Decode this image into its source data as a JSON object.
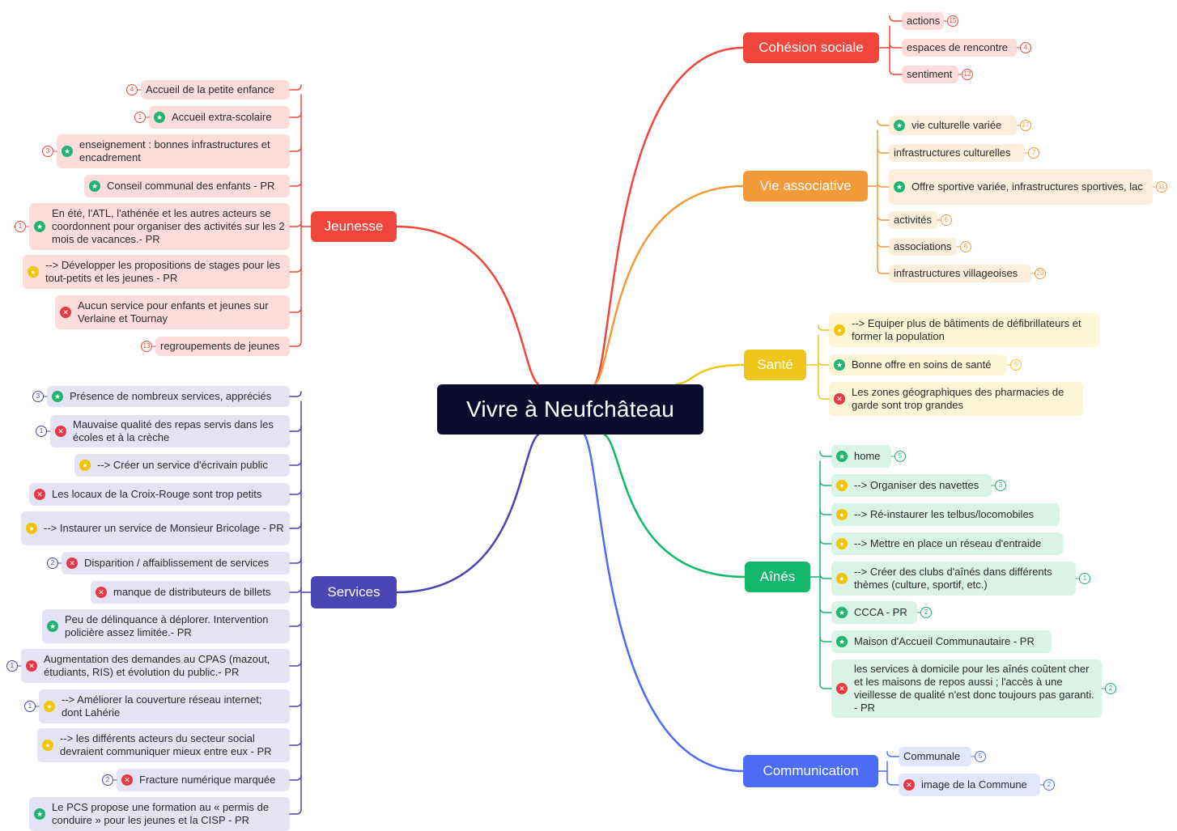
{
  "title": "Vivre à Neufchâteau",
  "colors": {
    "cohesion": "#f0453a",
    "vie": "#f2993a",
    "sante": "#eec61b",
    "aines": "#12b76a",
    "communication": "#4a6cf7",
    "services": "#4a44b5",
    "jeunesse": "#f0453a"
  },
  "branches": {
    "cohesion": {
      "label": "Cohésion sociale",
      "items": [
        {
          "text": "actions",
          "count": "15"
        },
        {
          "text": "espaces de rencontre",
          "count": "4"
        },
        {
          "text": "sentiment",
          "count": "12"
        }
      ]
    },
    "vie": {
      "label": "Vie associative",
      "items": [
        {
          "text": "vie culturelle variée",
          "count": "17",
          "marker": "star"
        },
        {
          "text": "infrastructures culturelles",
          "count": "7"
        },
        {
          "text": "Offre sportive variée, infrastructures sportives, lac",
          "count": "11",
          "marker": "star"
        },
        {
          "text": "activités",
          "count": "6"
        },
        {
          "text": "associations",
          "count": "6"
        },
        {
          "text": "infrastructures villageoises",
          "count": "20"
        }
      ]
    },
    "sante": {
      "label": "Santé",
      "items": [
        {
          "text": "--> Equiper plus de bâtiments de défibrillateurs et former la population",
          "marker": "bulb"
        },
        {
          "text": "Bonne offre en soins de santé",
          "count": "5",
          "marker": "star"
        },
        {
          "text": "Les zones géographiques des pharmacies de garde sont trop grandes",
          "marker": "neg"
        }
      ]
    },
    "aines": {
      "label": "Aînés",
      "items": [
        {
          "text": "home",
          "count": "5",
          "marker": "star"
        },
        {
          "text": "--> Organiser des navettes",
          "count": "3",
          "marker": "bulb"
        },
        {
          "text": "--> Ré-instaurer les telbus/locomobiles",
          "marker": "bulb"
        },
        {
          "text": "--> Mettre en place un réseau d'entraide",
          "marker": "bulb"
        },
        {
          "text": "--> Créer des clubs d'aînés dans différents thèmes (culture, sportif, etc.)",
          "count": "1",
          "marker": "bulb"
        },
        {
          "text": "CCCA - PR",
          "count": "2",
          "marker": "star"
        },
        {
          "text": "Maison d'Accueil Communautaire - PR",
          "marker": "star"
        },
        {
          "text": "les services à domicile pour les aînés coûtent cher et les maisons de repos aussi ; l'accès à une vieillesse de qualité n'est donc toujours pas garanti. - PR",
          "count": "2",
          "marker": "neg"
        }
      ]
    },
    "communication": {
      "label": "Communication",
      "items": [
        {
          "text": "Communale",
          "count": "5"
        },
        {
          "text": "image de la Commune",
          "count": "2",
          "marker": "neg"
        }
      ]
    },
    "jeunesse": {
      "label": "Jeunesse",
      "items": [
        {
          "text": "Accueil de la petite enfance",
          "count": "4"
        },
        {
          "text": "Accueil extra-scolaire",
          "count": "1",
          "marker": "star"
        },
        {
          "text": "enseignement : bonnes infrastructures et encadrement",
          "count": "3",
          "marker": "star"
        },
        {
          "text": "Conseil communal des enfants - PR",
          "marker": "star"
        },
        {
          "text": "En été, l'ATL, l'athénée et les autres acteurs se coordonnent pour organiser des activités sur les 2 mois de vacances.- PR",
          "count": "1",
          "marker": "star"
        },
        {
          "text": "--> Développer les propositions de stages pour les tout-petits et les jeunes - PR",
          "marker": "bulb"
        },
        {
          "text": "Aucun service pour enfants et jeunes sur Verlaine et Tournay",
          "marker": "neg"
        },
        {
          "text": "regroupements de jeunes",
          "count": "13"
        }
      ]
    },
    "services": {
      "label": "Services",
      "items": [
        {
          "text": "Présence de nombreux services, appréciés",
          "count": "3",
          "marker": "star"
        },
        {
          "text": "Mauvaise qualité des repas servis dans les écoles et à la crèche",
          "count": "1",
          "marker": "neg"
        },
        {
          "text": "--> Créer un service d'écrivain public",
          "marker": "bulb"
        },
        {
          "text": "Les locaux de la Croix-Rouge sont trop petits",
          "marker": "neg"
        },
        {
          "text": "--> Instaurer un service de Monsieur Bricolage - PR",
          "marker": "bulb"
        },
        {
          "text": "Disparition / affaiblissement de services",
          "count": "2",
          "marker": "neg"
        },
        {
          "text": "manque de distributeurs de billets",
          "marker": "neg"
        },
        {
          "text": "Peu de délinquance à déplorer. Intervention policière assez limitée.- PR",
          "marker": "star"
        },
        {
          "text": "Augmentation des demandes au CPAS (mazout, étudiants, RIS) et évolution du public.- PR",
          "count": "1",
          "marker": "neg"
        },
        {
          "text": "--> Améliorer la couverture réseau internet; dont Lahérie",
          "count": "1",
          "marker": "bulb"
        },
        {
          "text": "--> les différents acteurs du secteur social devraient communiquer mieux entre eux - PR",
          "marker": "bulb"
        },
        {
          "text": "Fracture numérique marquée",
          "count": "2",
          "marker": "neg"
        },
        {
          "text": "Le PCS propose une formation au « permis de conduire » pour les jeunes et la CISP - PR",
          "marker": "star"
        }
      ]
    }
  }
}
